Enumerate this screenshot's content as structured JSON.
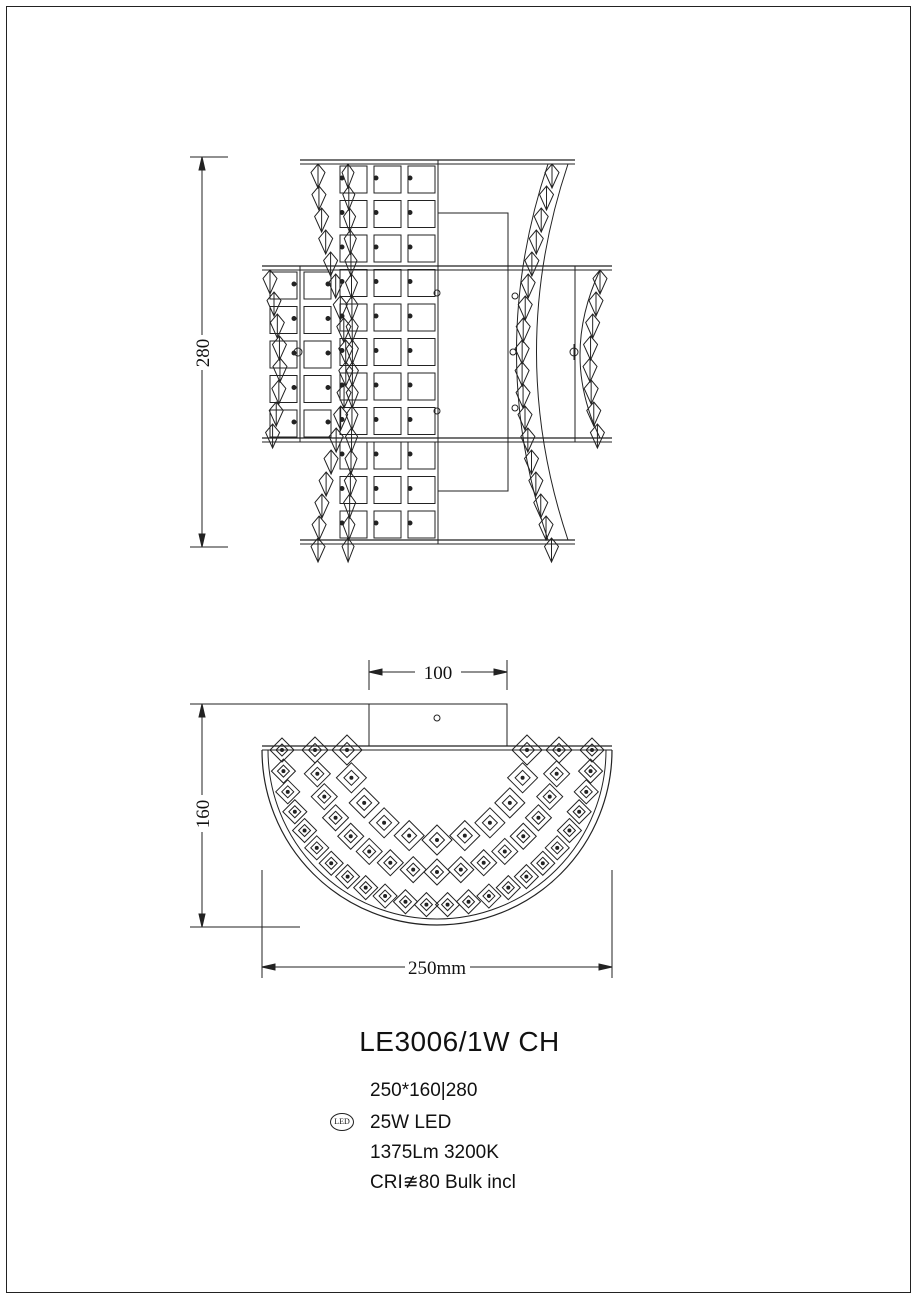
{
  "dimensions": {
    "height_label": "280",
    "base_width_label": "100",
    "depth_label": "160",
    "width_label": "250mm"
  },
  "model": "LE3006/1W CH",
  "specs": {
    "size": "250*160|280",
    "led_icon_text": "LED",
    "power": "25W LED",
    "output": "1375Lm  3200K",
    "cri": "CRI≇80 Bulk incl"
  }
}
